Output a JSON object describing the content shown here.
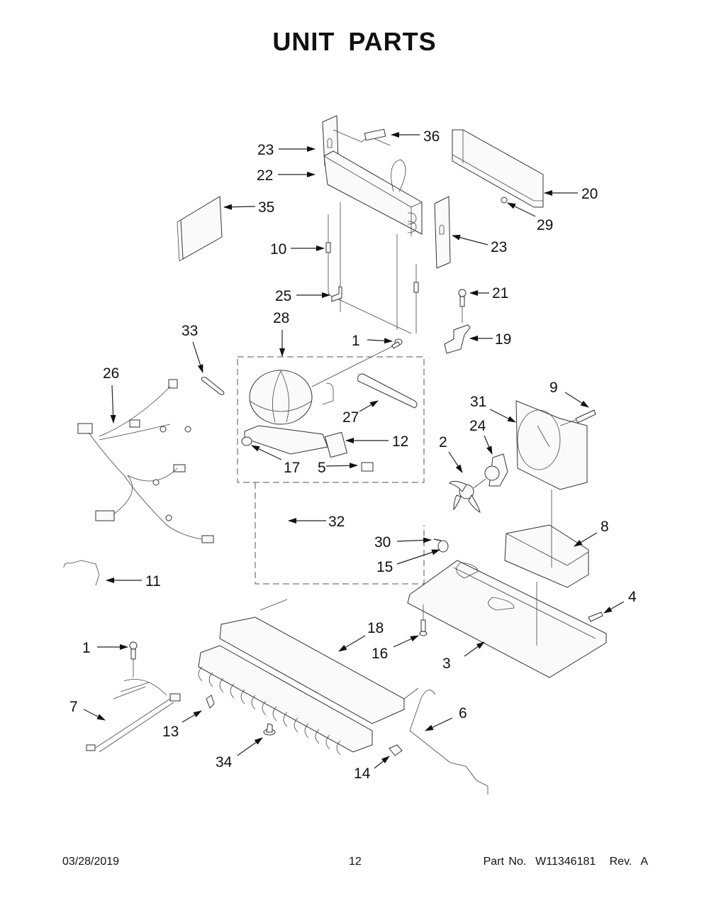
{
  "page": {
    "title": "UNIT PARTS",
    "footer": {
      "date": "03/28/2019",
      "page_number": "12",
      "part_number": "Part No.  W11346181   Rev.  A"
    }
  },
  "diagram": {
    "subject": "Refrigerator unit parts exploded view",
    "callouts": [
      {
        "id": "c36",
        "label": "36"
      },
      {
        "id": "c23a",
        "label": "23"
      },
      {
        "id": "c22",
        "label": "22"
      },
      {
        "id": "c35",
        "label": "35"
      },
      {
        "id": "c20",
        "label": "20"
      },
      {
        "id": "c29",
        "label": "29"
      },
      {
        "id": "c23b",
        "label": "23"
      },
      {
        "id": "c10",
        "label": "10"
      },
      {
        "id": "c25",
        "label": "25"
      },
      {
        "id": "c21",
        "label": "21"
      },
      {
        "id": "c19",
        "label": "19"
      },
      {
        "id": "c33",
        "label": "33"
      },
      {
        "id": "c28",
        "label": "28"
      },
      {
        "id": "c1a",
        "label": "1"
      },
      {
        "id": "c26",
        "label": "26"
      },
      {
        "id": "c27",
        "label": "27"
      },
      {
        "id": "c12",
        "label": "12"
      },
      {
        "id": "c17",
        "label": "17"
      },
      {
        "id": "c5",
        "label": "5"
      },
      {
        "id": "c9",
        "label": "9"
      },
      {
        "id": "c31",
        "label": "31"
      },
      {
        "id": "c24",
        "label": "24"
      },
      {
        "id": "c2",
        "label": "2"
      },
      {
        "id": "c32",
        "label": "32"
      },
      {
        "id": "c8",
        "label": "8"
      },
      {
        "id": "c30",
        "label": "30"
      },
      {
        "id": "c15",
        "label": "15"
      },
      {
        "id": "c11",
        "label": "11"
      },
      {
        "id": "c4",
        "label": "4"
      },
      {
        "id": "c18",
        "label": "18"
      },
      {
        "id": "c1b",
        "label": "1"
      },
      {
        "id": "c16",
        "label": "16"
      },
      {
        "id": "c3",
        "label": "3"
      },
      {
        "id": "c7",
        "label": "7"
      },
      {
        "id": "c13",
        "label": "13"
      },
      {
        "id": "c6",
        "label": "6"
      },
      {
        "id": "c34",
        "label": "34"
      },
      {
        "id": "c14",
        "label": "14"
      }
    ]
  }
}
